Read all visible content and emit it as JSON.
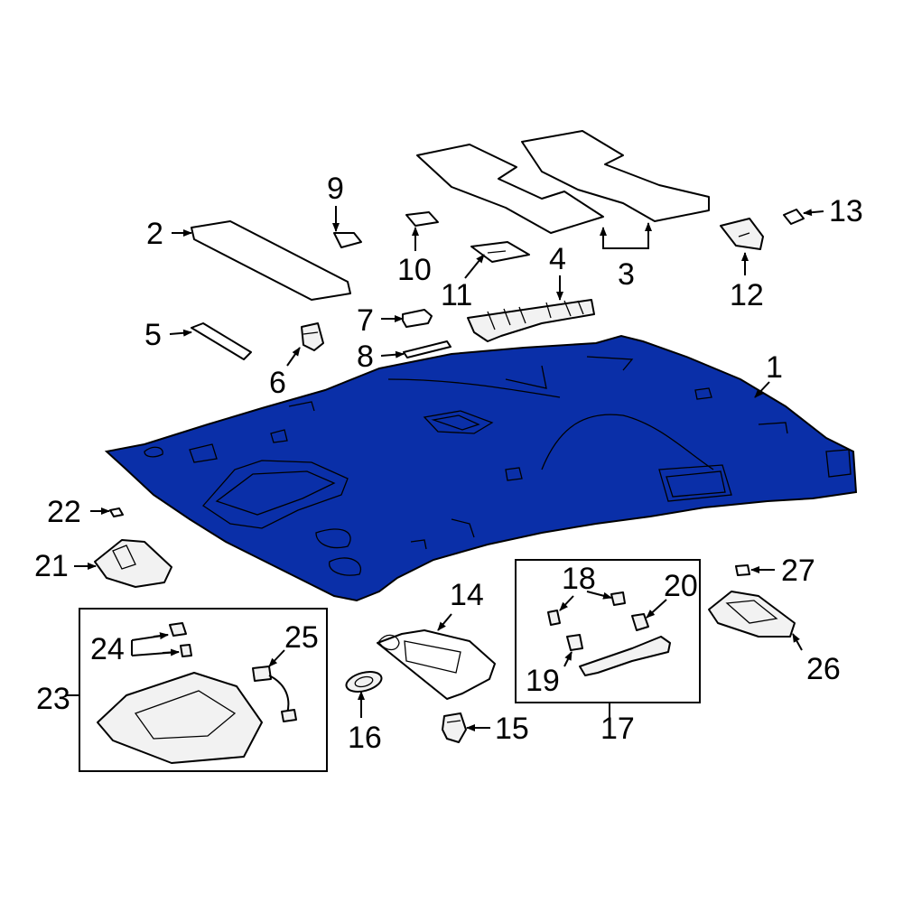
{
  "diagram": {
    "headliner_color": "#0a2fa8",
    "outline_color": "#000000",
    "background_color": "#ffffff",
    "callouts": {
      "c1": "1",
      "c2": "2",
      "c3": "3",
      "c4": "4",
      "c5": "5",
      "c6": "6",
      "c7": "7",
      "c8": "8",
      "c9": "9",
      "c10": "10",
      "c11": "11",
      "c12": "12",
      "c13": "13",
      "c14": "14",
      "c15": "15",
      "c16": "16",
      "c17": "17",
      "c18": "18",
      "c19": "19",
      "c20": "20",
      "c21": "21",
      "c22": "22",
      "c23": "23",
      "c24": "24",
      "c25": "25",
      "c26": "26",
      "c27": "27"
    }
  }
}
